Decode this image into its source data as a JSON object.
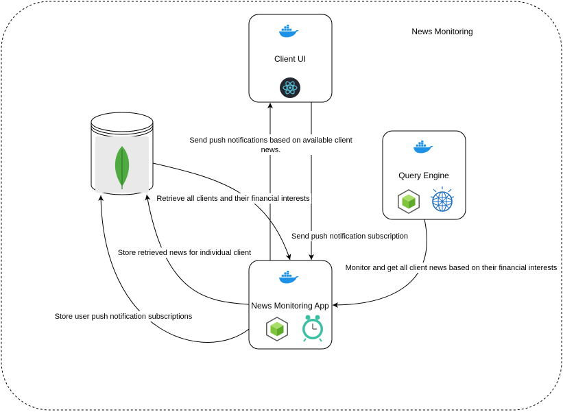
{
  "diagram": {
    "title": "News Monitoring",
    "nodes": {
      "client_ui": {
        "label": "Client UI",
        "icons": [
          "docker-icon",
          "react-icon"
        ]
      },
      "query_engine": {
        "label": "Query Engine",
        "icons": [
          "docker-icon",
          "nodejs-icon",
          "ibm-watson-icon"
        ]
      },
      "news_app": {
        "label": "News Monitoring App",
        "icons": [
          "docker-icon",
          "nodejs-icon",
          "cron-clock-icon"
        ]
      },
      "database": {
        "label": "",
        "icons": [
          "mongodb-leaf-icon"
        ]
      }
    },
    "edges": {
      "send_push_line1": "Send push notifications based on available client",
      "send_push_line2": "news.",
      "retrieve_clients": "Retrieve all clients and their financial interests",
      "push_subscription": "Send push notification subscription",
      "store_news": "Store retrieved news for individual client",
      "monitor_news": "Monitor and get all client news based on their financial interests",
      "store_subscriptions": "Store user push notification subscriptions"
    },
    "colors": {
      "docker": "#1d91e6",
      "react_bg": "#23272f",
      "react": "#58c4dc",
      "mongo_leaf": "#4faa41",
      "node": "#7fc43d",
      "clock": "#3cbfa3"
    }
  }
}
